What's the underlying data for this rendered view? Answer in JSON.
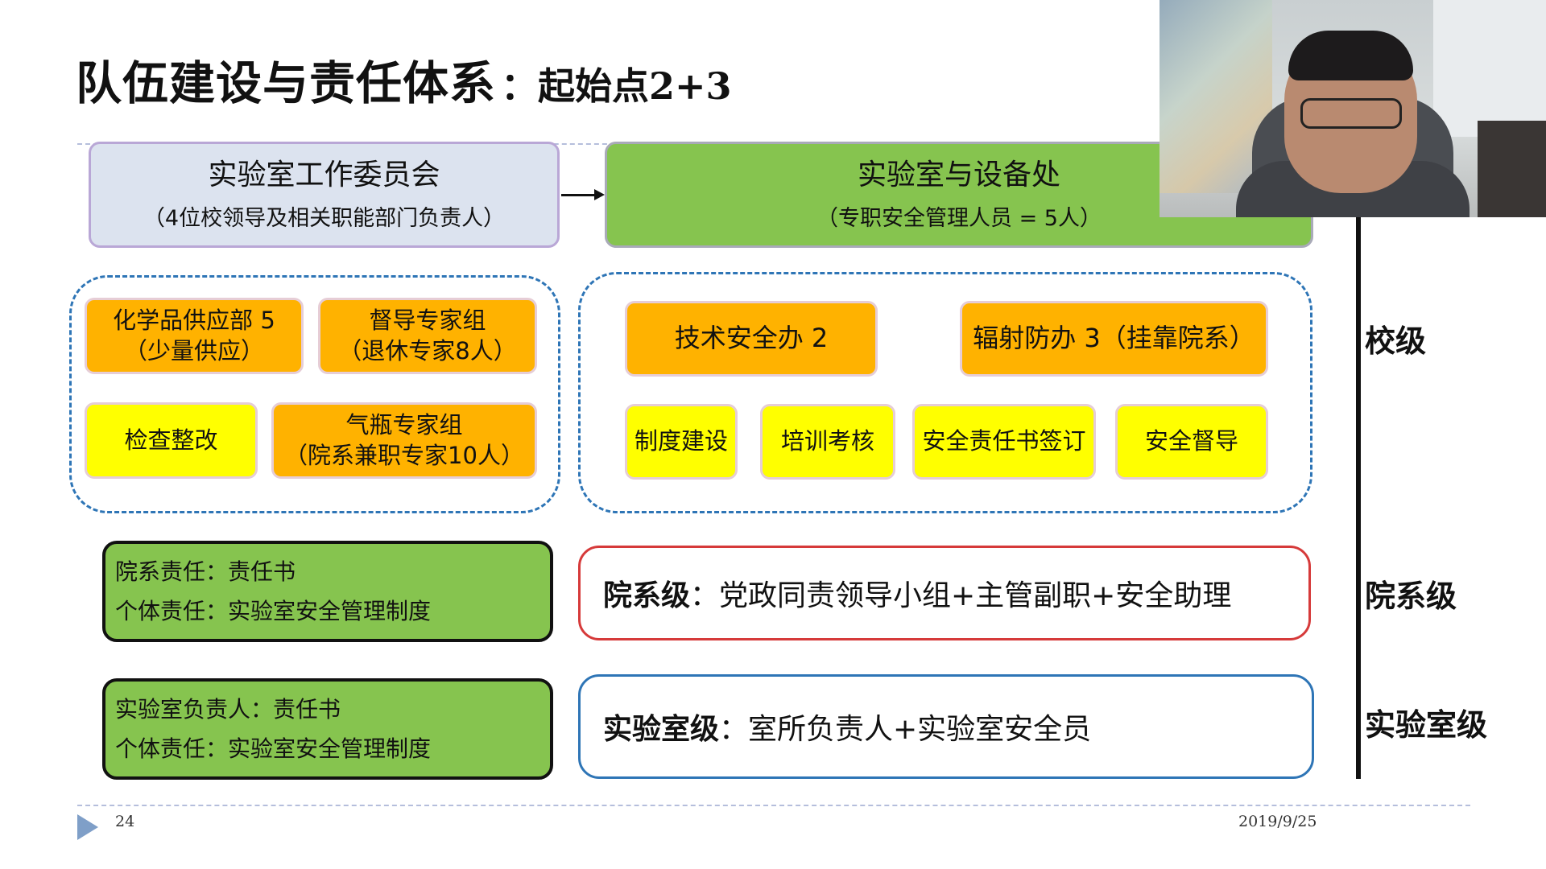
{
  "title": {
    "main": "队伍建设与责任体系",
    "sub": "：起始点2+3"
  },
  "committee": {
    "name": "实验室工作委员会",
    "detail": "（4位校领导及相关职能部门负责人）"
  },
  "department": {
    "name": "实验室与设备处",
    "detail": "（专职安全管理人员 = 5人）"
  },
  "left_group": {
    "chemical": {
      "line1": "化学品供应部 5",
      "line2": "（少量供应）"
    },
    "supervision_experts": {
      "line1": "督导专家组",
      "line2": "（退休专家8人）"
    },
    "inspection": "检查整改",
    "gas_cylinder": {
      "line1": "气瓶专家组",
      "line2": "（院系兼职专家10人）"
    }
  },
  "right_group": {
    "tech_safety": "技术安全办 2",
    "radiation": "辐射防办 3（挂靠院系）",
    "items": [
      "制度建设",
      "培训考核",
      "安全责任书签订",
      "安全督导"
    ]
  },
  "dept_responsibility": {
    "line1": "院系责任：责任书",
    "line2": "个体责任：实验室安全管理制度"
  },
  "lab_responsibility": {
    "line1": "实验室负责人：责任书",
    "line2": "个体责任：实验室安全管理制度"
  },
  "dept_level": {
    "label": "院系级",
    "text": "：党政同责领导小组+主管副职+安全助理"
  },
  "lab_level": {
    "label": "实验室级",
    "text": "：室所负责人+实验室安全员"
  },
  "side_labels": {
    "school": "校级",
    "dept": "院系级",
    "lab": "实验室级"
  },
  "footer": {
    "page": "24",
    "date": "2019/9/25"
  },
  "colors": {
    "orange": "#ffb200",
    "yellow": "#ffff00",
    "green": "#86c44f",
    "committee_bg": "#dce3ef",
    "red": "#d63a3a",
    "blue": "#2e75b6"
  },
  "icons": {
    "play": "play-triangle-icon",
    "arrow": "right-arrow-icon"
  }
}
